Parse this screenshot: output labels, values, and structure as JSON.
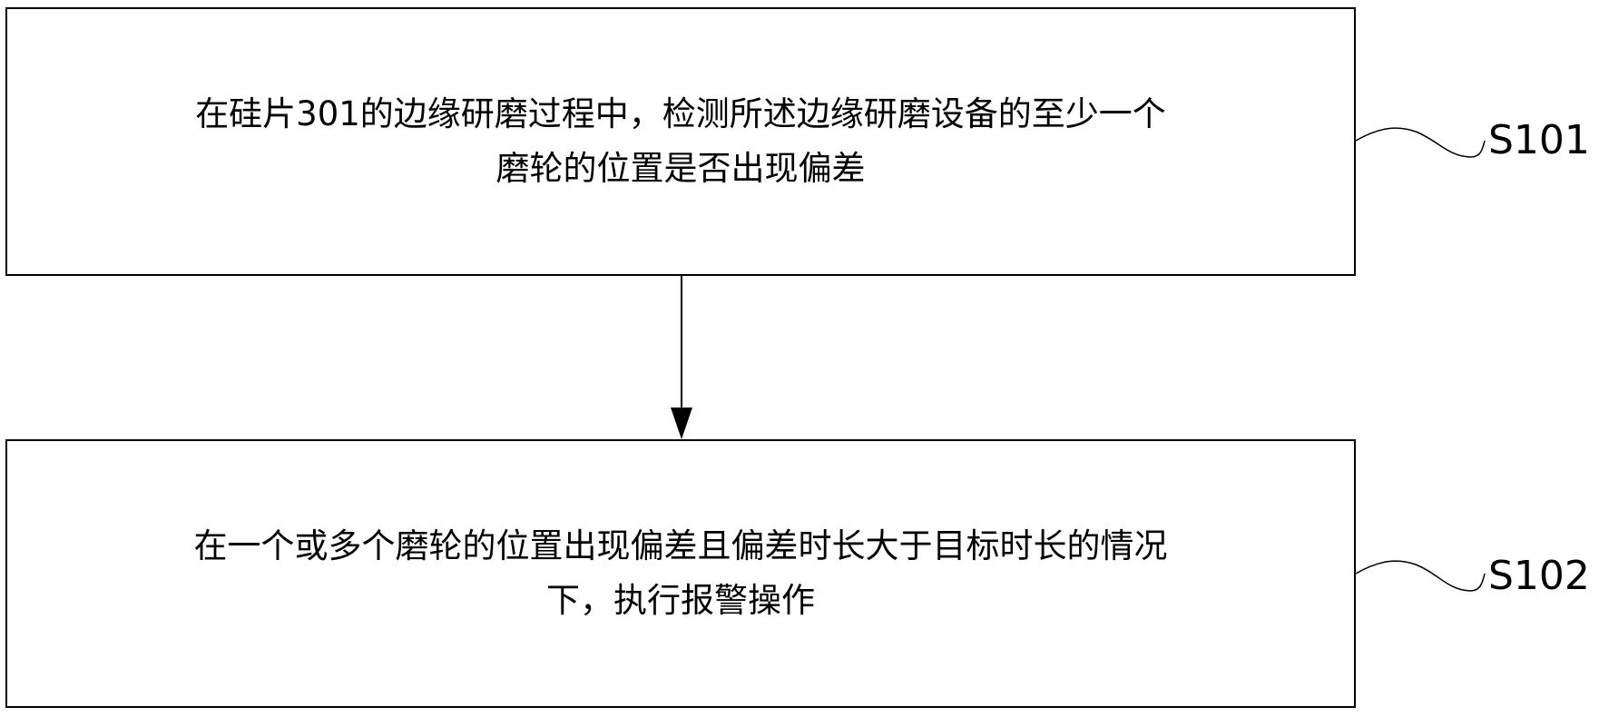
{
  "flowchart": {
    "steps": [
      {
        "id": "S101",
        "text_line1": "在硅片301的边缘研磨过程中，检测所述边缘研磨设备的至少一个",
        "text_line2": "磨轮的位置是否出现偏差"
      },
      {
        "id": "S102",
        "text_line1": "在一个或多个磨轮的位置出现偏差且偏差时长大于目标时长的情况",
        "text_line2": "下，执行报警操作"
      }
    ],
    "connector": "arrow-down",
    "colors": {
      "stroke": "#000000",
      "background": "#ffffff"
    }
  }
}
